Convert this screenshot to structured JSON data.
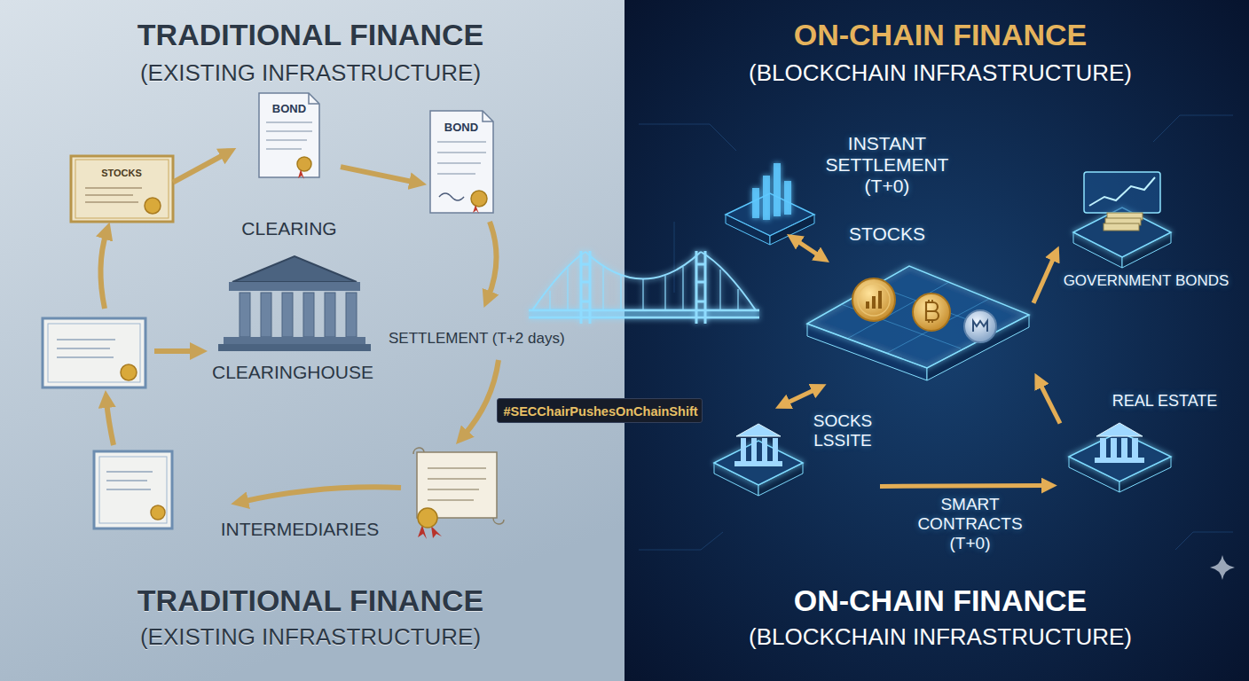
{
  "diagram": {
    "nodes": [
      {
        "text": [
          "TRADITIONAL FINANCE",
          "(EXISTING INFRASTRUCTURE)",
          "TRADITIONAL FINANCE",
          "(EXISTING INFRASTRUCTURE)"
        ]
      },
      {
        "text": [
          "STOCKS"
        ],
        "in": 0
      },
      {
        "text": [
          "BOND",
          "CLEARING"
        ],
        "in": 0
      },
      {
        "text": [
          "BOND"
        ],
        "in": 0
      },
      {
        "text": [
          "CLEARINGHOUSE"
        ],
        "in": 0
      },
      {
        "text": [
          "ON-CHAIN FINANCE",
          "(BLOCKCHAIN INFRASTRUCTURE)",
          "ON-CHAIN FINANCE",
          "(BLOCKCHAIN INFRASTRUCTURE)"
        ]
      },
      {
        "text": [
          "INSTANT SETTLEMENT (T+0)",
          "STOCKS"
        ],
        "in": 5
      },
      {
        "text": [
          "GOVERNMENT BONDS"
        ],
        "in": 5
      },
      {
        "text": [
          "SOCKS LSSITE"
        ],
        "in": 5
      },
      {
        "text": [
          "REAL ESTATE"
        ],
        "in": 5
      },
      {
        "text": [
          "#SECChairPushesOnChainShift"
        ]
      }
    ],
    "edges": [
      {
        "from": 1,
        "to": 2,
        "arrow": "to"
      },
      {
        "from": 2,
        "to": 3,
        "arrow": "to"
      },
      {
        "from": 6,
        "to": 7,
        "arrow": "to"
      },
      {
        "from": 9,
        "to": 6,
        "arrow": "to"
      },
      {
        "from": 8,
        "to": 6,
        "arrow": "both"
      },
      {
        "from": 8,
        "to": 9,
        "label": "SMART CONTRACTS (T+0)",
        "arrow": "to"
      }
    ],
    "labels": [
      "SETTLEMENT (T+2 days)",
      "INTERMEDIARIES"
    ]
  }
}
